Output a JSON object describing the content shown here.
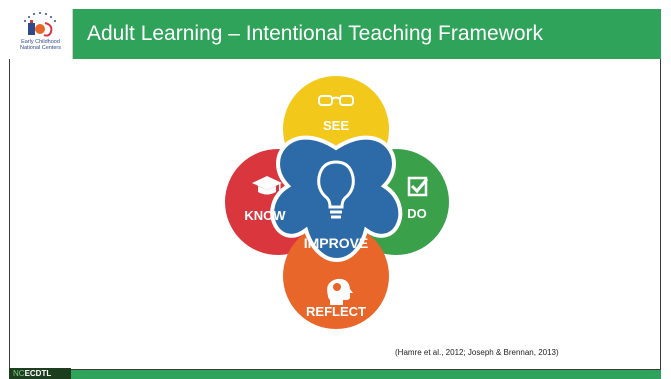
{
  "header": {
    "title": "Adult Learning – Intentional Teaching Framework",
    "logo_text_line1": "Early Childhood",
    "logo_text_line2": "National Centers"
  },
  "diagram": {
    "petals": [
      {
        "id": "see",
        "label": "SEE",
        "icon": "eyeglasses-icon",
        "color": "#f2c91b"
      },
      {
        "id": "know",
        "label": "KNOW",
        "icon": "graduation-cap-icon",
        "color": "#d9363e"
      },
      {
        "id": "do",
        "label": "DO",
        "icon": "checkbox-icon",
        "color": "#3aa04a"
      },
      {
        "id": "reflect",
        "label": "REFLECT",
        "icon": "head-brain-icon",
        "color": "#e8662a"
      }
    ],
    "center": {
      "label": "IMPROVE",
      "icon": "lightbulb-icon",
      "color": "#2c6aa8"
    }
  },
  "citation": "(Hamre et al., 2012; Joseph & Brennan, 2013)",
  "footer": {
    "brand_prefix": "NC",
    "brand_suffix": "ECDTL"
  }
}
